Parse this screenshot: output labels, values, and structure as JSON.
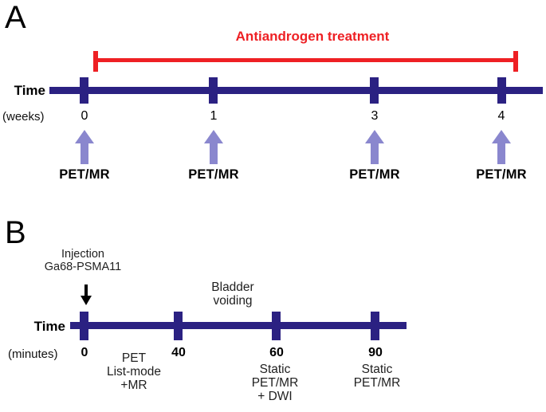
{
  "colors": {
    "timeline_navy": "#2b2182",
    "treatment_red": "#ee2024",
    "arrow_purple": "#8a87ce"
  },
  "panel_a": {
    "label": "A",
    "treatment_label": "Antiandrogen treatment",
    "axis_label": "Time",
    "axis_unit": "(weeks)",
    "timepoints": [
      {
        "week": "0",
        "scan": "PET/MR"
      },
      {
        "week": "1",
        "scan": "PET/MR"
      },
      {
        "week": "3",
        "scan": "PET/MR"
      },
      {
        "week": "4",
        "scan": "PET/MR"
      }
    ]
  },
  "panel_b": {
    "label": "B",
    "injection": {
      "line1": "Injection",
      "line2": "Ga68-PSMA11"
    },
    "axis_label": "Time",
    "axis_unit": "(minutes)",
    "timepoints": [
      {
        "minute": "0"
      },
      {
        "minute": "40"
      },
      {
        "minute": "60"
      },
      {
        "minute": "90"
      }
    ],
    "bladder": {
      "line1": "Bladder",
      "line2": "voiding"
    },
    "stages": [
      {
        "line1": "PET",
        "line2": "List-mode",
        "line3": "+MR"
      },
      {
        "line1": "Static",
        "line2": "PET/MR",
        "line3": "+ DWI"
      },
      {
        "line1": "Static",
        "line2": "PET/MR",
        "line3": ""
      }
    ]
  }
}
